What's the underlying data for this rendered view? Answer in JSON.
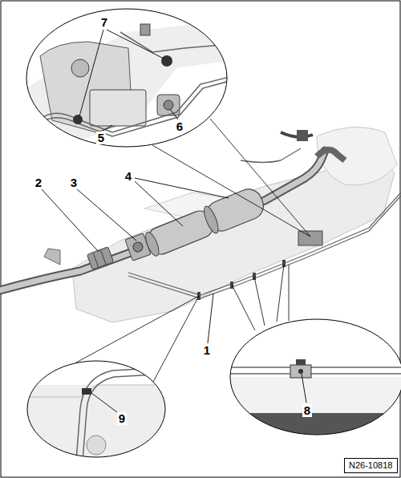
{
  "diagram": {
    "nodes": [
      {
        "text": [
          "N26-10818"
        ]
      }
    ],
    "labels": [
      "7",
      "2",
      "3",
      "4",
      "5",
      "6",
      "1",
      "9",
      "8"
    ]
  }
}
